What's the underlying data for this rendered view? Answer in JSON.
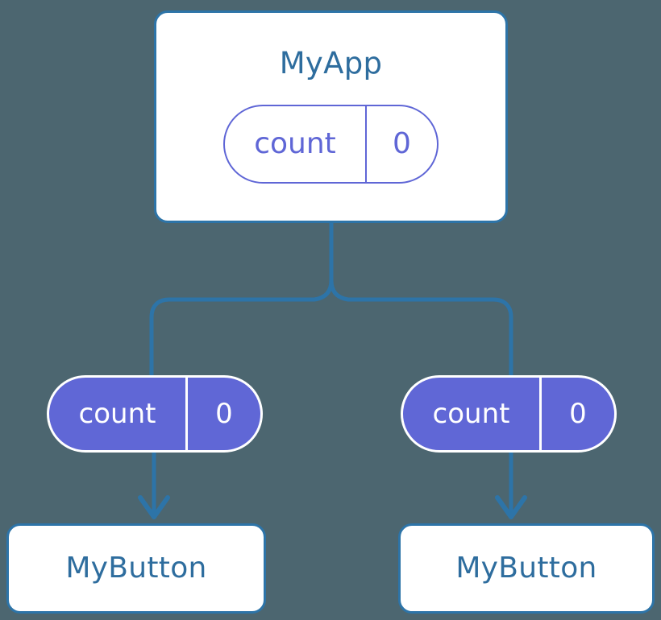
{
  "diagram": {
    "title": "react-component-state-tree",
    "background_color": "#4c6670",
    "accent_blue": "#2d74a8",
    "accent_purple": "#6067d6",
    "text_blue": "#2e6d9e",
    "nodes": {
      "root": {
        "label": "MyApp",
        "state": {
          "key": "count",
          "value": "0"
        }
      },
      "props_left": {
        "key": "count",
        "value": "0"
      },
      "props_right": {
        "key": "count",
        "value": "0"
      },
      "leaf_left": {
        "label": "MyButton"
      },
      "leaf_right": {
        "label": "MyButton"
      }
    },
    "edges": [
      {
        "from": "root",
        "to": "junction",
        "style": "solid-line"
      },
      {
        "from": "junction",
        "to": "props_left",
        "style": "solid-line"
      },
      {
        "from": "junction",
        "to": "props_right",
        "style": "solid-line"
      },
      {
        "from": "props_left",
        "to": "leaf_left",
        "style": "arrow-down"
      },
      {
        "from": "props_right",
        "to": "leaf_right",
        "style": "arrow-down"
      }
    ]
  }
}
